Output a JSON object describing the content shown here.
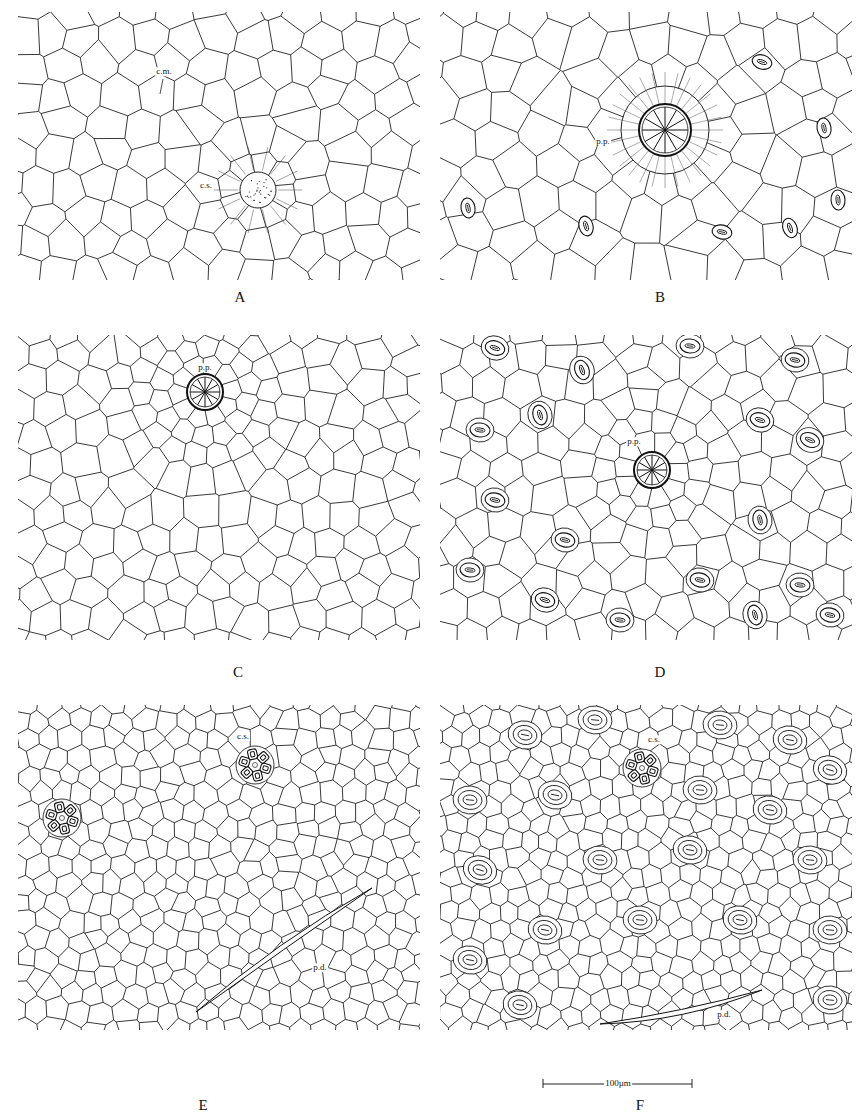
{
  "diagram": {
    "labels": [
      "c.m.",
      "c.s.",
      "A",
      "p.p.",
      "B",
      "p.p.",
      "C",
      "p.p.",
      "D",
      "c.s.",
      "p.d.",
      "E",
      "c.s.",
      "p.d.",
      "F",
      "100µm"
    ]
  }
}
